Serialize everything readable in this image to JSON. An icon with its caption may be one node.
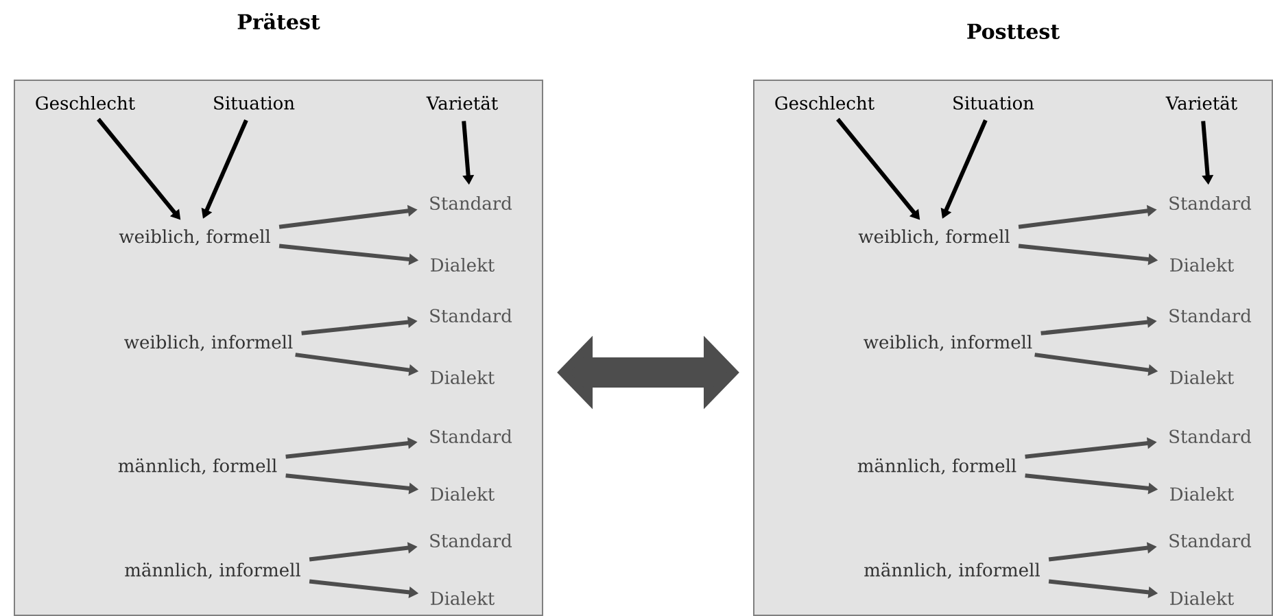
{
  "diagram": {
    "nodes": [
      {
        "text": [
          "Prätest"
        ]
      },
      {
        "text": [
          "Geschlecht"
        ],
        "in": 0
      },
      {
        "text": [
          "Situation"
        ],
        "in": 0
      },
      {
        "text": [
          "Varietät"
        ],
        "in": 0
      },
      {
        "text": [
          "weiblich, formell"
        ],
        "in": 0
      },
      {
        "text": [
          "weiblich, informell"
        ],
        "in": 0
      },
      {
        "text": [
          "männlich, formell"
        ],
        "in": 0
      },
      {
        "text": [
          "männlich, informell"
        ],
        "in": 0
      },
      {
        "text": [
          "Standard"
        ],
        "in": 0
      },
      {
        "text": [
          "Dialekt"
        ],
        "in": 0
      },
      {
        "text": [
          "Standard"
        ],
        "in": 0
      },
      {
        "text": [
          "Dialekt"
        ],
        "in": 0
      },
      {
        "text": [
          "Standard"
        ],
        "in": 0
      },
      {
        "text": [
          "Dialekt"
        ],
        "in": 0
      },
      {
        "text": [
          "Standard"
        ],
        "in": 0
      },
      {
        "text": [
          "Dialekt"
        ],
        "in": 0
      },
      {
        "text": [
          "Posttest"
        ]
      },
      {
        "text": [
          "Geschlecht"
        ],
        "in": 16
      },
      {
        "text": [
          "Situation"
        ],
        "in": 16
      },
      {
        "text": [
          "Varietät"
        ],
        "in": 16
      },
      {
        "text": [
          "weiblich, formell"
        ],
        "in": 16
      },
      {
        "text": [
          "weiblich, informell"
        ],
        "in": 16
      },
      {
        "text": [
          "männlich, formell"
        ],
        "in": 16
      },
      {
        "text": [
          "männlich, informell"
        ],
        "in": 16
      },
      {
        "text": [
          "Standard"
        ],
        "in": 16
      },
      {
        "text": [
          "Dialekt"
        ],
        "in": 16
      },
      {
        "text": [
          "Standard"
        ],
        "in": 16
      },
      {
        "text": [
          "Dialekt"
        ],
        "in": 16
      },
      {
        "text": [
          "Standard"
        ],
        "in": 16
      },
      {
        "text": [
          "Dialekt"
        ],
        "in": 16
      },
      {
        "text": [
          "Standard"
        ],
        "in": 16
      },
      {
        "text": [
          "Dialekt"
        ],
        "in": 16
      }
    ],
    "edges": [
      {
        "from": 1,
        "to": 4,
        "arrow": "to",
        "color": "#000000"
      },
      {
        "from": 2,
        "to": 4,
        "arrow": "to",
        "color": "#000000"
      },
      {
        "from": 3,
        "to": 8,
        "arrow": "to",
        "color": "#000000"
      },
      {
        "from": 4,
        "to": 8,
        "arrow": "to"
      },
      {
        "from": 4,
        "to": 9,
        "arrow": "to"
      },
      {
        "from": 5,
        "to": 10,
        "arrow": "to"
      },
      {
        "from": 5,
        "to": 11,
        "arrow": "to"
      },
      {
        "from": 6,
        "to": 12,
        "arrow": "to"
      },
      {
        "from": 6,
        "to": 13,
        "arrow": "to"
      },
      {
        "from": 7,
        "to": 14,
        "arrow": "to"
      },
      {
        "from": 7,
        "to": 15,
        "arrow": "to"
      },
      {
        "from": 0,
        "to": 16,
        "arrow": "both",
        "style": "thick"
      },
      {
        "from": 17,
        "to": 20,
        "arrow": "to",
        "color": "#000000"
      },
      {
        "from": 18,
        "to": 20,
        "arrow": "to",
        "color": "#000000"
      },
      {
        "from": 19,
        "to": 24,
        "arrow": "to",
        "color": "#000000"
      },
      {
        "from": 20,
        "to": 24,
        "arrow": "to"
      },
      {
        "from": 20,
        "to": 25,
        "arrow": "to"
      },
      {
        "from": 21,
        "to": 26,
        "arrow": "to"
      },
      {
        "from": 21,
        "to": 27,
        "arrow": "to"
      },
      {
        "from": 22,
        "to": 28,
        "arrow": "to"
      },
      {
        "from": 22,
        "to": 29,
        "arrow": "to"
      },
      {
        "from": 23,
        "to": 30,
        "arrow": "to"
      },
      {
        "from": 23,
        "to": 31,
        "arrow": "to"
      }
    ]
  }
}
